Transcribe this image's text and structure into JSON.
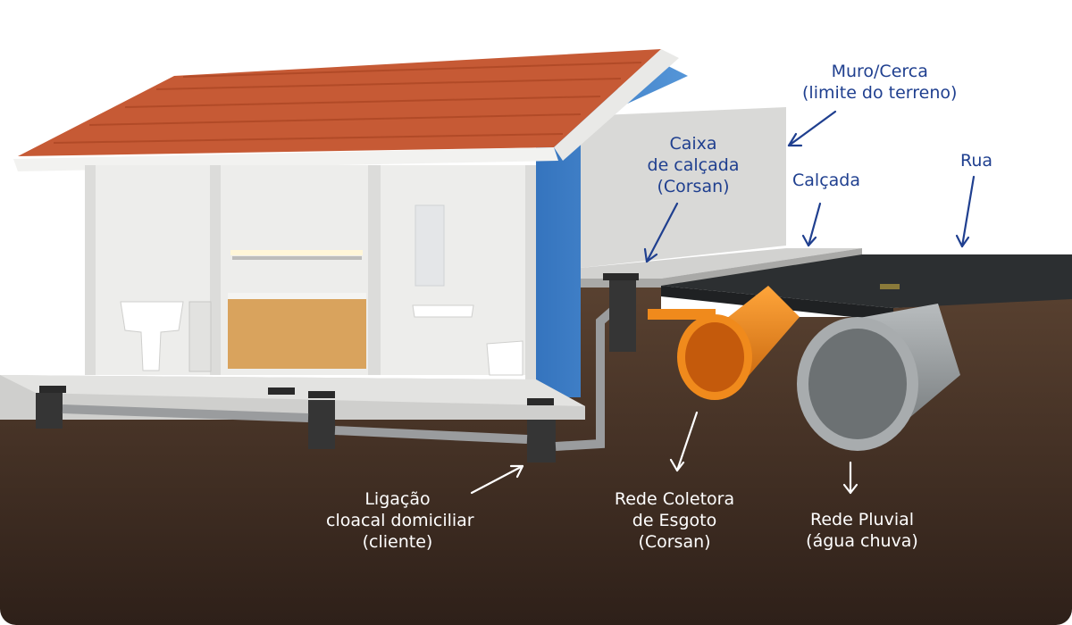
{
  "labels": {
    "muro": {
      "lines": [
        "Muro/Cerca",
        "(limite do terreno)"
      ]
    },
    "caixa": {
      "lines": [
        "Caixa",
        "de calçada",
        "(Corsan)"
      ]
    },
    "calcada": {
      "lines": [
        "Calçada"
      ]
    },
    "rua": {
      "lines": [
        "Rua"
      ]
    },
    "ligacao": {
      "lines": [
        "Ligação",
        "cloacal domiciliar",
        "(cliente)"
      ]
    },
    "coletora": {
      "lines": [
        "Rede Coletora",
        "de Esgoto",
        "(Corsan)"
      ]
    },
    "pluvial": {
      "lines": [
        "Rede Pluvial",
        "(água chuva)"
      ]
    }
  },
  "colors": {
    "label_dark": "#1f3f8f",
    "label_light": "#ffffff",
    "soil": "#4a3528",
    "roof": "#c65a35",
    "wall_blue": "#3f7fc4",
    "sewer_pipe": "#f08a1c",
    "storm_pipe": "#9a9ea0",
    "asphalt": "#2c2f31"
  }
}
